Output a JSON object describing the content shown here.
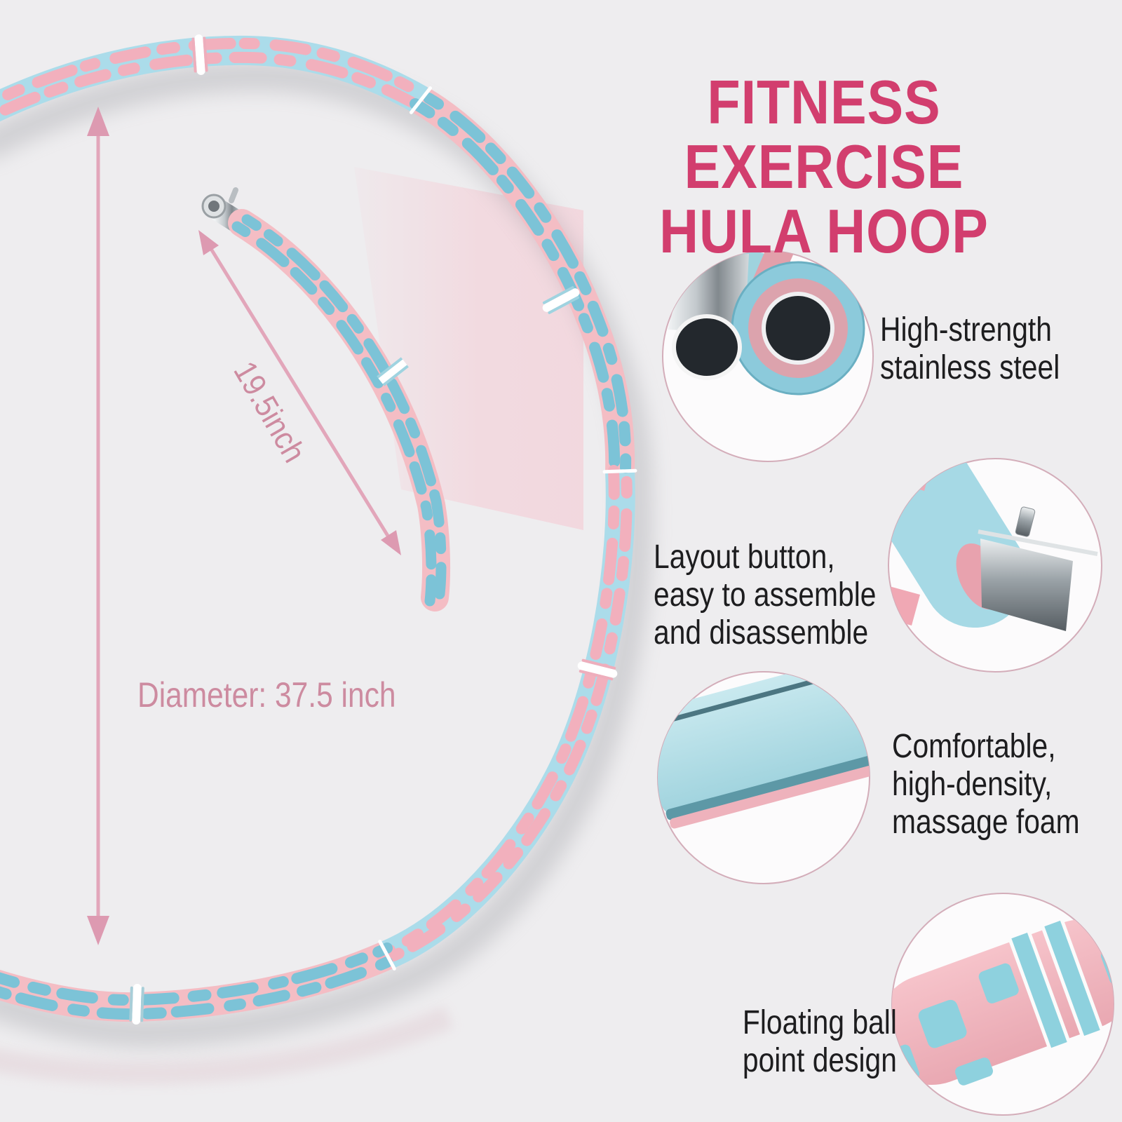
{
  "title": {
    "line1": "FITNESS EXERCISE",
    "line2": "HULA HOOP"
  },
  "measurements": {
    "diameter_label": "Diameter: 37.5 inch",
    "segment_length_label": "19.5inch"
  },
  "callouts": [
    {
      "id": "stainless-steel",
      "lines": [
        "High-strength",
        "stainless steel"
      ]
    },
    {
      "id": "layout-button",
      "lines": [
        "Layout button,",
        "easy to assemble",
        "and disassemble"
      ]
    },
    {
      "id": "massage-foam",
      "lines": [
        "Comfortable,",
        "high-density,",
        "massage foam"
      ]
    },
    {
      "id": "floating-ball",
      "lines": [
        "Floating ball",
        "point design"
      ]
    }
  ],
  "colors": {
    "background": "#eeedef",
    "title": "#d23e6e",
    "body_text": "#1d1d1f",
    "measure_text": "#cd8ba0",
    "arrow": "#dfa3b8",
    "hoop_pink": "#f4bdc4",
    "hoop_blue": "#abdcea",
    "slot_blue": "#7cc3d7",
    "slot_pink": "#f2b0bd",
    "metal": "#9aa1a6",
    "circle_border": "#cf9fb0"
  }
}
